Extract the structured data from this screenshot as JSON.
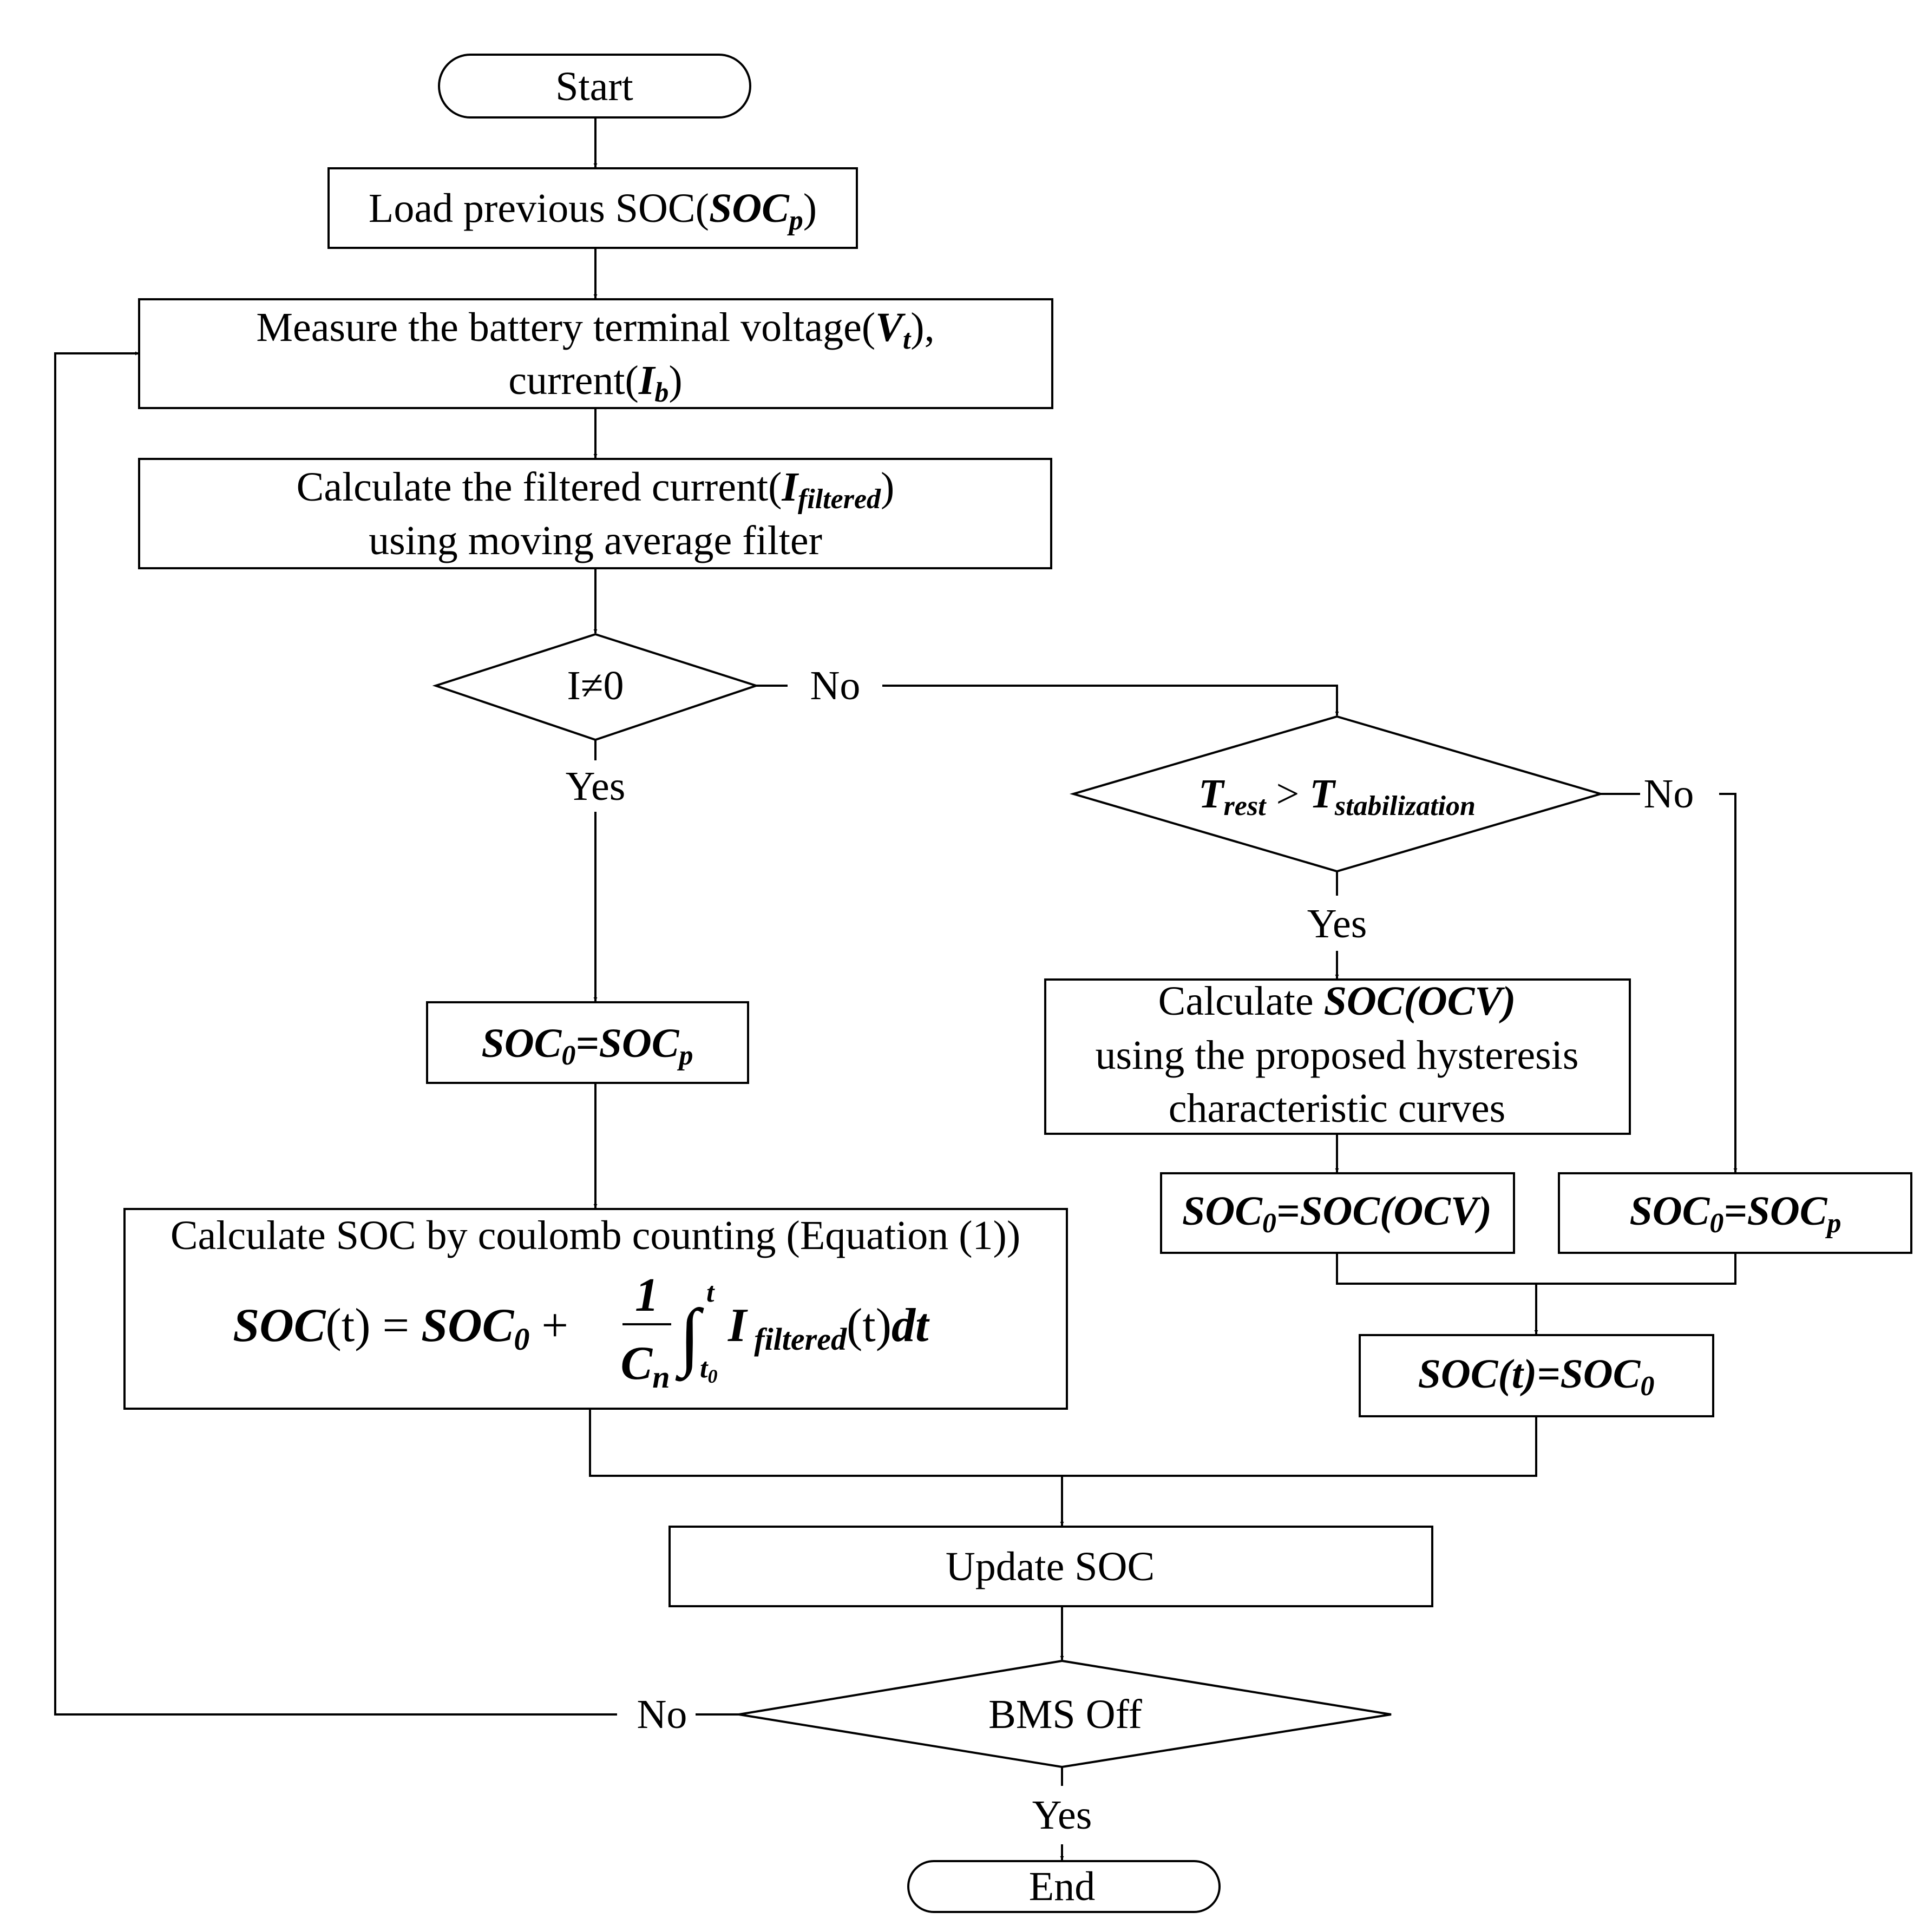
{
  "nodes": {
    "start": "Start",
    "load_prefix": "Load previous SOC(",
    "load_var": "SOC",
    "load_sub": "p",
    "load_suffix": ")",
    "measure_line1_prefix": "Measure the battery terminal voltage(",
    "measure_var_v": "V",
    "measure_sub_t": "t",
    "measure_line1_suffix": "),",
    "measure_line2_prefix": "current(",
    "measure_var_i": "I",
    "measure_sub_b": "b",
    "measure_line2_suffix": ")",
    "filter_line1_prefix": "Calculate the filtered current(",
    "filter_var": "I",
    "filter_sub": "filtered",
    "filter_line1_suffix": ")",
    "filter_line2": "using moving average filter",
    "decision_current": "I≠0",
    "decision_rest_t1": "T",
    "decision_rest_sub1": "rest",
    "decision_rest_op": " > ",
    "decision_rest_t2": "T",
    "decision_rest_sub2": "stabilization",
    "soc0_left_a": "SOC",
    "soc0_left_sub0": "0",
    "soc0_left_eq": "=",
    "soc0_left_b": "SOC",
    "soc0_left_subp": "p",
    "ocv_line1_prefix": "Calculate ",
    "ocv_line1_var": "SOC(OCV)",
    "ocv_line2": "using the proposed hysteresis",
    "ocv_line3": "characteristic curves",
    "soc0_ocv_a": "SOC",
    "soc0_ocv_sub": "0",
    "soc0_ocv_b": "=SOC(OCV)",
    "soc0_right_a": "SOC",
    "soc0_right_sub0": "0",
    "soc0_right_eq": "=",
    "soc0_right_b": "SOC",
    "soc0_right_subp": "p",
    "coulomb_title": "Calculate SOC by coulomb counting (Equation (1))",
    "eq_soc": "SOC",
    "eq_t1": "(t) = ",
    "eq_soc0": "SOC",
    "eq_sub0": "0",
    "eq_plus": " + ",
    "eq_num": "1",
    "eq_den": "C",
    "eq_den_sub": "n",
    "eq_integral": "∫",
    "eq_upper": "t",
    "eq_lower": "t",
    "eq_lower_sub": "0",
    "eq_i": "I",
    "eq_i_sub": "filtered",
    "eq_t2": "(t)",
    "eq_dt": "dt",
    "soct_a": "SOC(t)",
    "soct_eq": "=",
    "soct_b": "SOC",
    "soct_sub": "0",
    "update": "Update SOC",
    "bms_off": "BMS Off",
    "end": "End"
  },
  "labels": {
    "no_current": "No",
    "yes_current": "Yes",
    "no_rest": "No",
    "yes_rest": "Yes",
    "no_bms": "No",
    "yes_bms": "Yes"
  }
}
